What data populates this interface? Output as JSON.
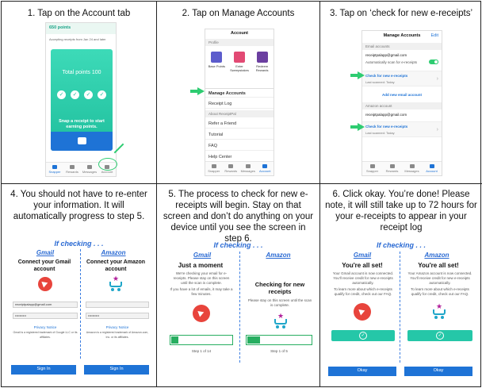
{
  "steps": [
    {
      "title": "1. Tap on the Account tab"
    },
    {
      "title": "2. Tap on Manage Accounts"
    },
    {
      "title": "3. Tap on ‘check for new e-receipts’"
    },
    {
      "title": "4. You should not have to re-enter your information.  It will automatically progress to step 5."
    },
    {
      "title": "5. The process to check for new e-receipts will begin. Stay on that screen and don’t do anything on your device until you see the screen in step 6."
    },
    {
      "title": "6. Click okay.  You’re done!  Please note, it will still take up to 72 hours for your e-receipts to appear in your receipt log"
    }
  ],
  "panel1": {
    "points": "650 points",
    "header_text": "Accepting receipts from Jan 24 and later",
    "total_points": "Total points 100",
    "snap_text": "Snap a receipt to start earning points.",
    "tabs": [
      "Snapper",
      "Rewards",
      "Messages",
      "Account"
    ]
  },
  "panel2": {
    "header": "Account",
    "section_profile": "Profile",
    "icons": [
      "Base Points",
      "Enter Sweepstakes",
      "Redeem Rewards"
    ],
    "rows": [
      "Manage Accounts",
      "Receipt Log"
    ],
    "section_about": "About ReceiptPal",
    "rows2": [
      "Refer a Friend",
      "Tutorial",
      "FAQ",
      "Help Center"
    ],
    "tabs": [
      "Snapper",
      "Rewards",
      "Messages",
      "Account"
    ]
  },
  "panel3": {
    "header": "Manage Accounts",
    "edit": "Edit",
    "email_section": "Email accounts",
    "email": "receiptpalapp@gmail.com",
    "auto_scan": "Automatically scan for e-receipts",
    "check": "Check for new e-receipts",
    "last_scanned": "Last scanned: Today",
    "add_email": "Add new email account",
    "amazon_section": "Amazon account",
    "amazon_email": "receiptpalapp@gmail.com",
    "check2": "Check for new e-receipts",
    "last_scanned2": "Last scanned: Today",
    "tabs": [
      "Snapper",
      "Rewards",
      "Messages",
      "Account"
    ]
  },
  "panel4": {
    "if_checking": "If checking . . .",
    "gmail": "Gmail",
    "amazon": "Amazon",
    "gmail_title": "Connect your Gmail account",
    "amazon_title": "Connect your Amazon account",
    "email_value": "receiptpalapp@gmail.com",
    "password_value": "••••••••••",
    "privacy": "Privacy Notice",
    "gmail_note": "Gmail is a registered trademark of Google LLC or its affiliates.",
    "amazon_note": "Amazon is a registered trademark of Amazon.com, Inc. or its affiliates.",
    "sign_in": "Sign In",
    "sign_in2": "Sign In"
  },
  "panel5": {
    "if_checking": "If checking . . .",
    "gmail": "Gmail",
    "amazon": "Amazon",
    "gmail_title": "Just a moment",
    "gmail_body": "We're checking your email for e-receipts. Please stay on this screen until the scan is complete.",
    "gmail_body2": "If you have a lot of emails, it may take a few minutes.",
    "gmail_step": "Step 1 of 14",
    "amazon_title": "Checking for new receipts",
    "amazon_body": "Please stay on this screen until the scan is complete.",
    "amazon_step": "Step 1 of 5",
    "gmail_progress": 0.12,
    "amazon_progress": 0.2
  },
  "panel6": {
    "if_checking": "If checking . . .",
    "gmail": "Gmail",
    "amazon": "Amazon",
    "gmail_title": "You're all set!",
    "gmail_body": "Your Gmail account is now connected. You'll receive credit for new e-receipts automatically.",
    "gmail_faq": "To learn more about which e-receipts qualify for credit, check out our FAQ.",
    "amazon_title": "You're all set!",
    "amazon_body": "Your Amazon account is now connected. You'll receive credit for new e-receipts automatically.",
    "amazon_faq": "To learn more about which e-receipts qualify for credit, check out our FAQ.",
    "okay": "Okay",
    "okay2": "Okay"
  },
  "colors": {
    "accent_blue": "#1e73d6",
    "green": "#2ecc71",
    "teal": "#25c7a8",
    "red": "#e8443c"
  }
}
